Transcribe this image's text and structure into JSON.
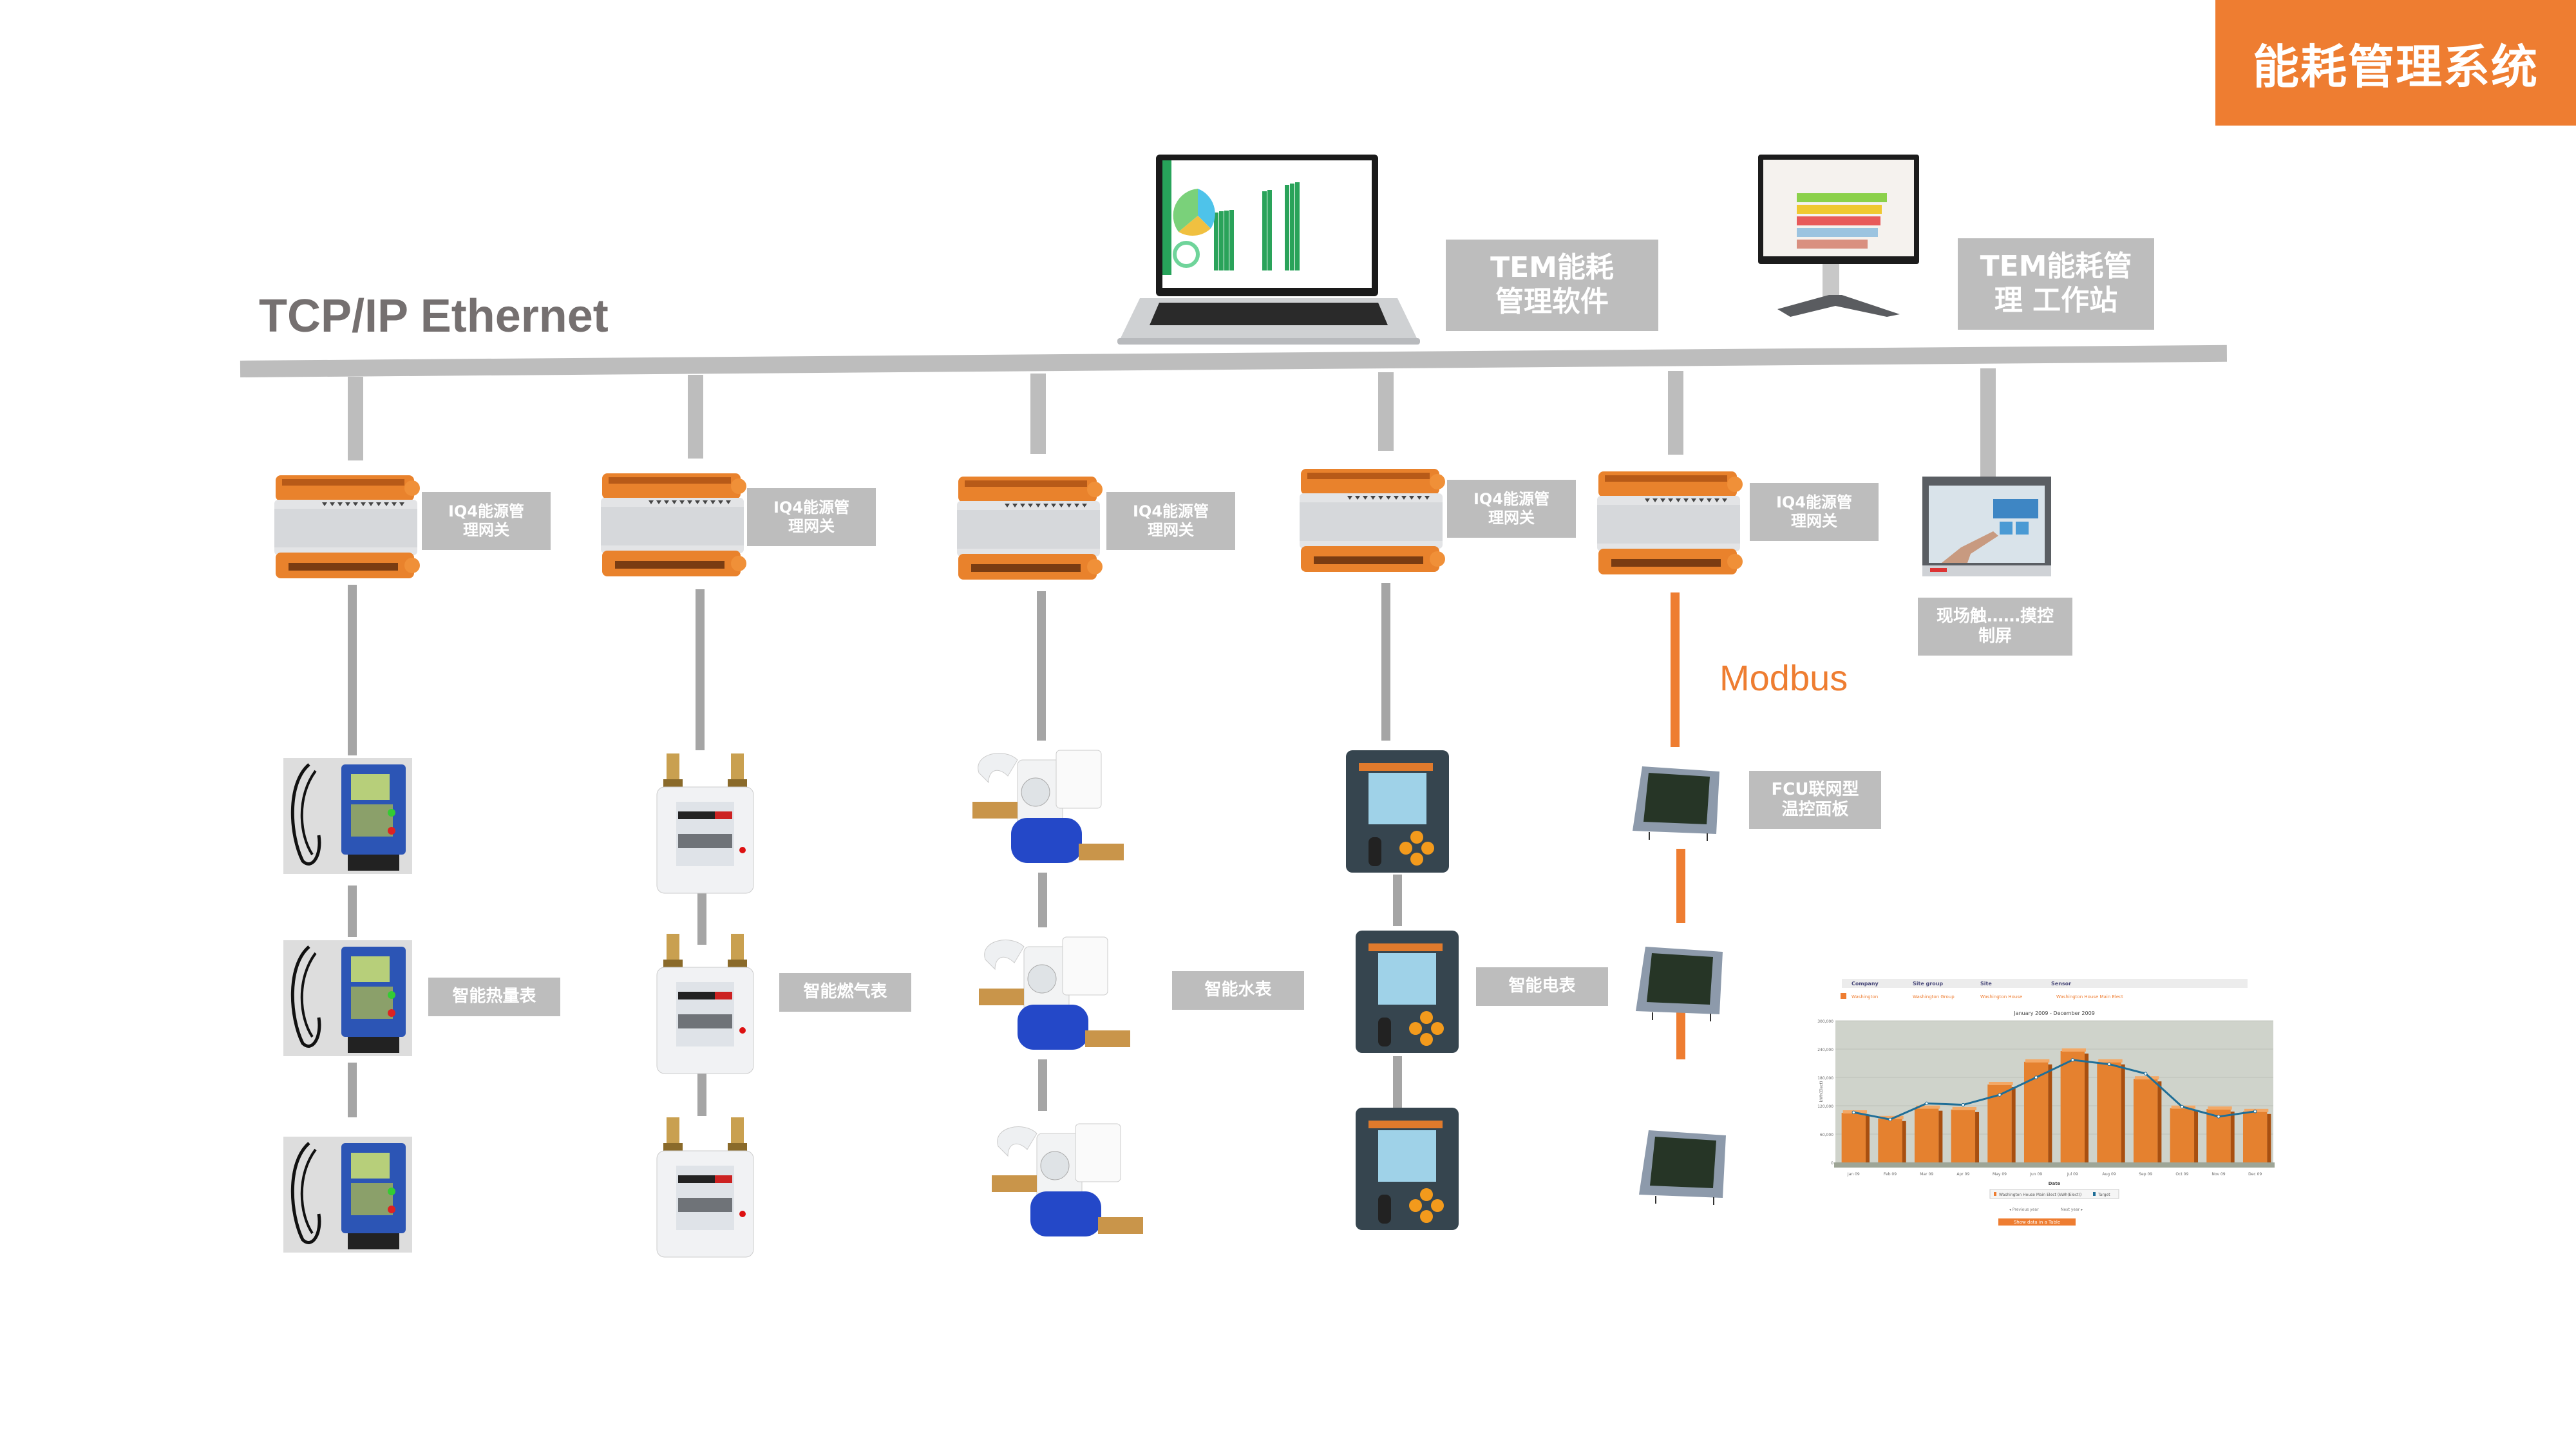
{
  "header": {
    "title": "能耗管理系统"
  },
  "network": {
    "ethernet_label": "TCP/IP Ethernet",
    "field_bus_label": "Modbus"
  },
  "software": {
    "laptop_label": "TEM能耗 管理软件",
    "workstation_label": "TEM能耗管理 工作站"
  },
  "gateways": [
    {
      "label": "IQ4能源管理网关"
    },
    {
      "label": "IQ4能源管理网关"
    },
    {
      "label": "IQ4能源管理网关"
    },
    {
      "label": "IQ4能源管理网关"
    },
    {
      "label": "IQ4能源管理网关"
    }
  ],
  "touch_panel": {
    "label": "现场触……摸控制屏"
  },
  "meters": {
    "heat": {
      "label": "智能热量表",
      "count": 3
    },
    "gas": {
      "label": "智能燃气表",
      "count": 3
    },
    "water": {
      "label": "智能水表",
      "count": 3
    },
    "electric": {
      "label": "智能电表",
      "count": 3
    },
    "fcu": {
      "label": "FCU联网型温控面板",
      "count": 3
    }
  },
  "colors": {
    "accent": "#ee7d31",
    "line_gray": "#a5a5a5",
    "label_gray": "#bdbdbd",
    "bar": "#e07a2c",
    "target_line": "#1f6e97"
  },
  "chart_data": {
    "type": "bar",
    "header_columns": [
      "Company",
      "Site group",
      "Site",
      "Sensor"
    ],
    "header_values": [
      "Washington",
      "Washington Group",
      "Washington House",
      "Washington House Main Elect"
    ],
    "title": "January 2009 - December 2009",
    "xlabel": "Date",
    "ylabel": "kWh(Elect)",
    "ylim": [
      0,
      300000
    ],
    "yticks": [
      "0",
      "60,000",
      "120,000",
      "180,000",
      "240,000",
      "300,000"
    ],
    "categories": [
      "Jan 09",
      "Feb 09",
      "Mar 09",
      "Apr 09",
      "May 09",
      "Jun 09",
      "Jul 09",
      "Aug 09",
      "Sep 09",
      "Oct 09",
      "Nov 09",
      "Dec 09"
    ],
    "series": [
      {
        "name": "Washington House Main Elect (kWh(Elect))",
        "type": "bar",
        "values": [
          105000,
          93000,
          115000,
          112000,
          165000,
          213000,
          236000,
          213000,
          177000,
          115000,
          113000,
          108000
        ]
      },
      {
        "name": "Target",
        "type": "line",
        "values": [
          106000,
          91000,
          125000,
          122000,
          143000,
          180000,
          217000,
          208000,
          188000,
          118000,
          97000,
          108000
        ]
      }
    ],
    "legend": "bottom",
    "grid": true,
    "nav": {
      "previous": "Previous year",
      "next": "Next year"
    },
    "table_button": "Show data in a Table"
  }
}
